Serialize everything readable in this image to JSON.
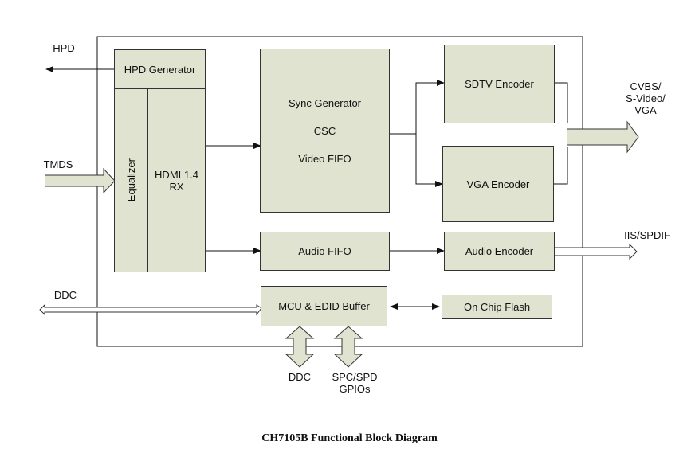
{
  "diagram": {
    "caption": "CH7105B Functional Block Diagram",
    "blocks": {
      "hpd_generator": "HPD Generator",
      "equalizer": "Equalizer",
      "hdmi_rx": [
        "HDMI 1.4",
        "RX"
      ],
      "video_core": [
        "Sync Generator",
        "CSC",
        "Video FIFO"
      ],
      "sdtv_encoder": "SDTV Encoder",
      "vga_encoder": "VGA Encoder",
      "audio_fifo": "Audio FIFO",
      "audio_encoder": "Audio Encoder",
      "mcu_edid": "MCU & EDID Buffer",
      "on_chip_flash": "On Chip Flash"
    },
    "signals": {
      "hpd": "HPD",
      "tmds": "TMDS",
      "ddc_left": "DDC",
      "cvbs": [
        "CVBS/",
        "S-Video/",
        "VGA"
      ],
      "iis_spdif": "IIS/SPDIF",
      "ddc_bottom": "DDC",
      "spc_spd": [
        "SPC/SPD",
        "GPIOs"
      ]
    }
  }
}
